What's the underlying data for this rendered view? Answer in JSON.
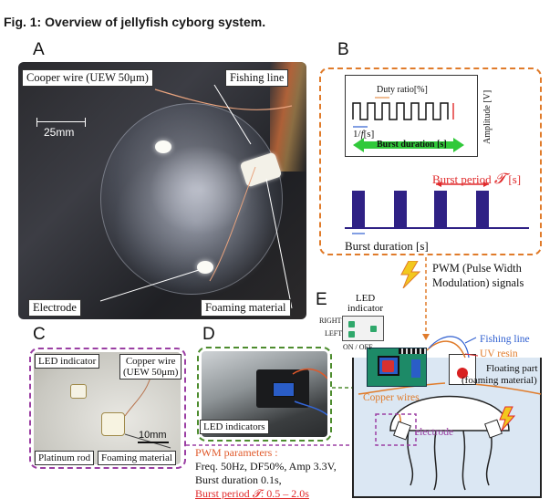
{
  "caption": "Fig. 1: Overview of jellyfish cyborg system.",
  "panels": {
    "A": {
      "letter": "A",
      "labels": {
        "copper_wire": "Cooper wire (UEW 50μm)",
        "fishing_line": "Fishing line",
        "electrode": "Electrode",
        "foaming_material": "Foaming material"
      },
      "scale": "25mm"
    },
    "B": {
      "letter": "B",
      "duty_ratio": "Duty ratio[%]",
      "amplitude": "Amplitude [V]",
      "period": "1/",
      "period_var": "f",
      "period_unit": "[s]",
      "inset_burst": "Burst duration [s]",
      "burst_period": "Burst period",
      "burst_period_symbol": "𝓣",
      "burst_period_unit": "[s]",
      "burst_duration": "Burst duration [s]"
    },
    "pwm_signal": {
      "line1": "PWM (Pulse Width",
      "line2": "Modulation) signals"
    },
    "C": {
      "letter": "C",
      "labels": {
        "led_indicator": "LED indicator",
        "copper_wire_1": "Copper wire",
        "copper_wire_2": "(UEW 50μm)",
        "platinum_rod": "Platinum rod",
        "foaming_material": "Foaming material"
      },
      "scale": "10mm"
    },
    "D": {
      "letter": "D",
      "label": "LED indicators"
    },
    "pwm_params": {
      "title": "PWM parameters :",
      "line1": "Freq. 50Hz, DF50%, Amp 3.3V,",
      "line2": "Burst duration 0.1s,",
      "burst": "Burst period ",
      "burst_symbol": "𝓣",
      "burst_value": ": 0.5 – 2.0s"
    },
    "E": {
      "letter": "E",
      "led_title_1": "LED",
      "led_title_2": "indicator",
      "right": "RIGHT",
      "left": "LEFT",
      "on_off": "ON / OFF",
      "fishing_line": "Fishing line",
      "uv_resin": "UV resin",
      "floating_part_1": "Floating part",
      "floating_part_2": "(foaming material)",
      "copper_wires": "Copper wires",
      "electrode": "electrode"
    }
  },
  "colors": {
    "orange_dash": "#e07b2a",
    "purple_dash": "#9b3fa3",
    "green_dash": "#4d8c2e",
    "pulse_fill": "#2f2185",
    "green_arrow": "#31c93a",
    "red_text": "#e0292a",
    "blue_text": "#2f5fd0",
    "orange_text": "#e07b2a"
  }
}
